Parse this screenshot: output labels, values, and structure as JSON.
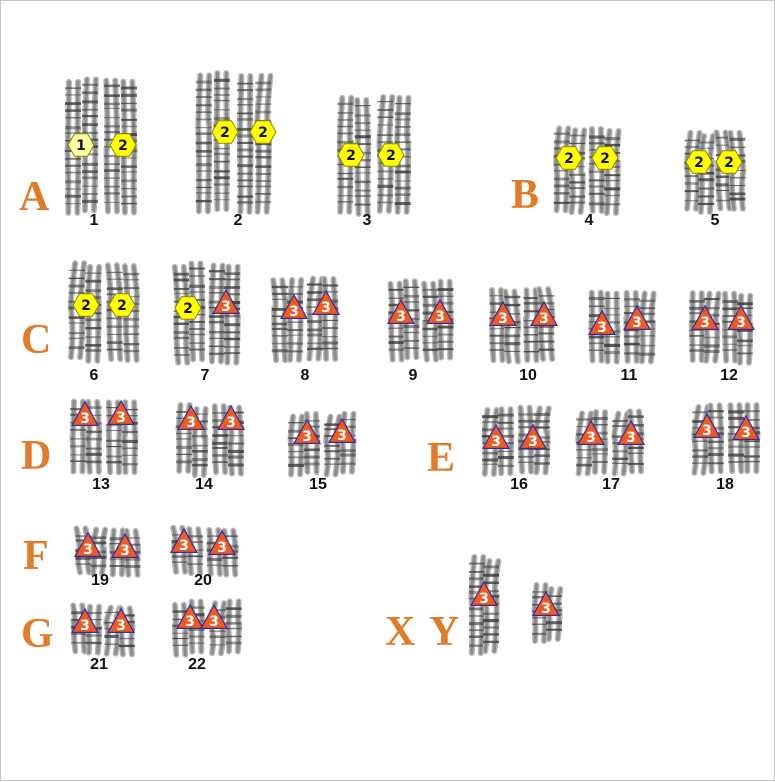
{
  "colors": {
    "group_label": "#e07b2a",
    "hexagon_fill": "#ffff00",
    "hexagon_light_fill": "#ffffa8",
    "hexagon_stroke": "#8a8a00",
    "triangle_fill": "#f05a1e",
    "triangle_stroke": "#3b2aa0",
    "triangle_text": "#ffffff",
    "hexagon_text": "#111111",
    "chromosome": "#8c8c8c",
    "band": "#3a3a3a"
  },
  "groups": [
    {
      "label": "A"
    },
    {
      "label": "B"
    },
    {
      "label": "C"
    },
    {
      "label": "D"
    },
    {
      "label": "E"
    },
    {
      "label": "F"
    },
    {
      "label": "G"
    },
    {
      "label": "X"
    },
    {
      "label": "Y"
    }
  ],
  "chromosomes": [
    {
      "number": "1",
      "markers": [
        {
          "shape": "hexagon",
          "text": "1",
          "light": true
        },
        {
          "shape": "hexagon",
          "text": "2"
        }
      ]
    },
    {
      "number": "2",
      "markers": [
        {
          "shape": "hexagon",
          "text": "2"
        },
        {
          "shape": "hexagon",
          "text": "2"
        }
      ]
    },
    {
      "number": "3",
      "markers": [
        {
          "shape": "hexagon",
          "text": "2"
        },
        {
          "shape": "hexagon",
          "text": "2"
        }
      ]
    },
    {
      "number": "4",
      "markers": [
        {
          "shape": "hexagon",
          "text": "2"
        },
        {
          "shape": "hexagon",
          "text": "2"
        }
      ]
    },
    {
      "number": "5",
      "markers": [
        {
          "shape": "hexagon",
          "text": "2"
        },
        {
          "shape": "hexagon",
          "text": "2"
        }
      ]
    },
    {
      "number": "6",
      "markers": [
        {
          "shape": "hexagon",
          "text": "2"
        },
        {
          "shape": "hexagon",
          "text": "2"
        }
      ]
    },
    {
      "number": "7",
      "markers": [
        {
          "shape": "hexagon",
          "text": "2"
        },
        {
          "shape": "triangle",
          "text": "3"
        }
      ]
    },
    {
      "number": "8",
      "markers": [
        {
          "shape": "triangle",
          "text": "3"
        },
        {
          "shape": "triangle",
          "text": "3"
        }
      ]
    },
    {
      "number": "9",
      "markers": [
        {
          "shape": "triangle",
          "text": "3"
        },
        {
          "shape": "triangle",
          "text": "3"
        }
      ]
    },
    {
      "number": "10",
      "markers": [
        {
          "shape": "triangle",
          "text": "3"
        },
        {
          "shape": "triangle",
          "text": "3"
        }
      ]
    },
    {
      "number": "11",
      "markers": [
        {
          "shape": "triangle",
          "text": "3"
        },
        {
          "shape": "triangle",
          "text": "3"
        }
      ]
    },
    {
      "number": "12",
      "markers": [
        {
          "shape": "triangle",
          "text": "3"
        },
        {
          "shape": "triangle",
          "text": "3"
        }
      ]
    },
    {
      "number": "13",
      "markers": [
        {
          "shape": "triangle",
          "text": "3"
        },
        {
          "shape": "triangle",
          "text": "3"
        }
      ]
    },
    {
      "number": "14",
      "markers": [
        {
          "shape": "triangle",
          "text": "3"
        },
        {
          "shape": "triangle",
          "text": "3"
        }
      ]
    },
    {
      "number": "15",
      "markers": [
        {
          "shape": "triangle",
          "text": "3"
        },
        {
          "shape": "triangle",
          "text": "3"
        }
      ]
    },
    {
      "number": "16",
      "markers": [
        {
          "shape": "triangle",
          "text": "3"
        },
        {
          "shape": "triangle",
          "text": "3"
        }
      ]
    },
    {
      "number": "17",
      "markers": [
        {
          "shape": "triangle",
          "text": "3"
        },
        {
          "shape": "triangle",
          "text": "3"
        }
      ]
    },
    {
      "number": "18",
      "markers": [
        {
          "shape": "triangle",
          "text": "3"
        },
        {
          "shape": "triangle",
          "text": "3"
        }
      ]
    },
    {
      "number": "19",
      "markers": [
        {
          "shape": "triangle",
          "text": "3"
        },
        {
          "shape": "triangle",
          "text": "3"
        }
      ]
    },
    {
      "number": "20",
      "markers": [
        {
          "shape": "triangle",
          "text": "3"
        },
        {
          "shape": "triangle",
          "text": "3"
        }
      ]
    },
    {
      "number": "21",
      "markers": [
        {
          "shape": "triangle",
          "text": "3"
        },
        {
          "shape": "triangle",
          "text": "3"
        }
      ]
    },
    {
      "number": "22",
      "markers": [
        {
          "shape": "triangle",
          "text": "3"
        },
        {
          "shape": "triangle",
          "text": "3"
        }
      ]
    },
    {
      "number": "",
      "markers": [
        {
          "shape": "triangle",
          "text": "3"
        }
      ]
    },
    {
      "number": "",
      "markers": [
        {
          "shape": "triangle",
          "text": "3"
        }
      ]
    }
  ]
}
